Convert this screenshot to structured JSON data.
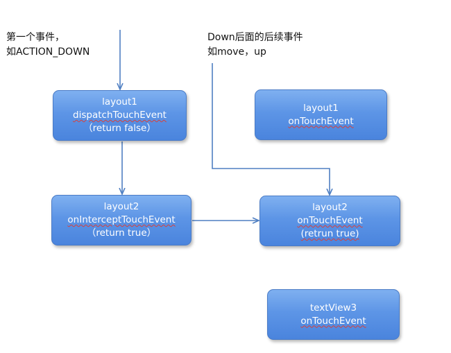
{
  "notes": {
    "left": [
      "第一个事件，",
      "如ACTION_DOWN"
    ],
    "right": [
      "Down后面的后续事件",
      "如move，up"
    ]
  },
  "boxes": {
    "layout1_dispatch": [
      "layout1",
      "dispatchTouchEvent",
      "（return false）"
    ],
    "layout2_intercept": [
      "layout2",
      "onInterceptTouchEvent",
      "（return  true）"
    ],
    "layout1_touch": [
      "layout1",
      "onTouchEvent"
    ],
    "layout2_touch": [
      "layout2",
      "onTouchEvent",
      "(retrun true)"
    ],
    "textview3_touch": [
      "textView3",
      "onTouchEvent"
    ]
  },
  "colors": {
    "box_fill": "#5d95e6",
    "box_border": "#4a7bc6",
    "arrow": "#4f7fc2",
    "text_on_box": "#ffffff",
    "squiggle": "#d8403a"
  }
}
